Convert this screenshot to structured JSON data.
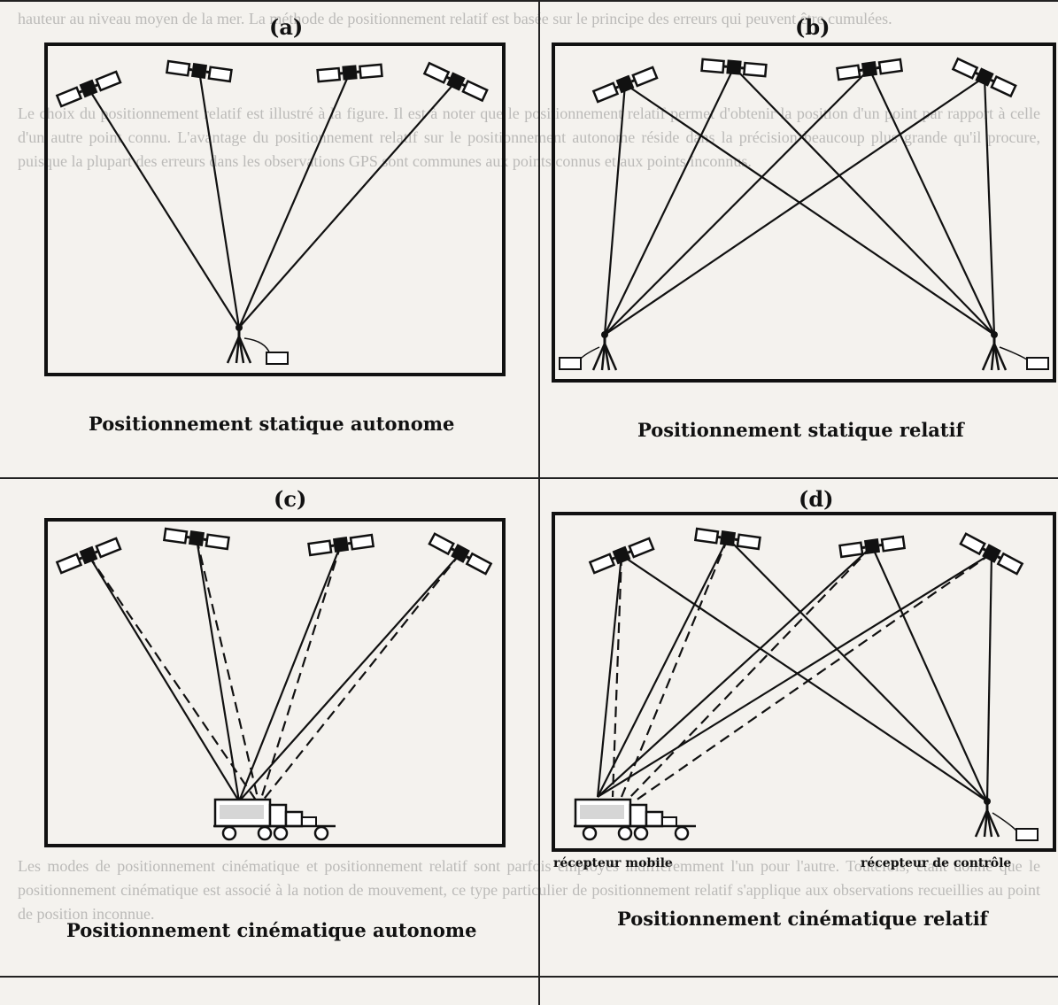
{
  "background_text": {
    "top": "hauteur au niveau moyen de la mer. La méthode de positionnement relatif est basée sur le principe des erreurs qui peuvent être cumulées.",
    "mid": "Le choix du positionnement relatif est illustré à la figure. Il est à noter que le positionnement relatif permet d'obtenir la position d'un point par rapport à celle d'un autre point connu. L'avantage du positionnement relatif sur le positionnement autonome réside dans la précision beaucoup plus grande qu'il procure, puisque la plupart des erreurs dans les observations GPS sont communes aux points connus et aux points inconnus.",
    "bottom": "Les modes de positionnement cinématique et positionnement relatif sont parfois employés indifféremment l'un pour l'autre. Toutefois, étant donné que le positionnement cinématique est associé à la notion de mouvement, ce type particulier de positionnement relatif s'applique aux observations recueillies au point de position inconnue."
  },
  "panels": [
    {
      "letter": "(a)",
      "caption": "Positionnement statique autonome"
    },
    {
      "letter": "(b)",
      "caption": "Positionnement statique relatif"
    },
    {
      "letter": "(c)",
      "caption": "Positionnement cinématique autonome"
    },
    {
      "letter": "(d)",
      "caption": "Positionnement cinématique relatif",
      "label_left": "récepteur mobile",
      "label_right": "récepteur de contrôle"
    }
  ]
}
